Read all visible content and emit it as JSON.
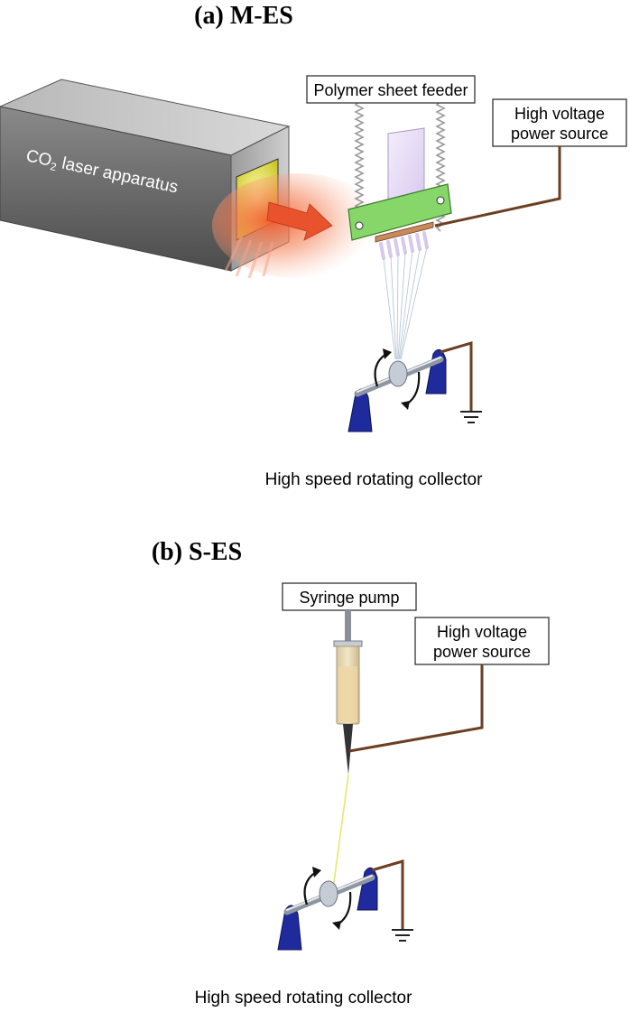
{
  "panel_a": {
    "title": "(a) M-ES",
    "laser_label_prefix": "CO",
    "laser_label_sub": "2",
    "laser_label_suffix": " laser apparatus",
    "feeder_label": "Polymer sheet feeder",
    "hv_line1": "High voltage",
    "hv_line2": "power source",
    "collector_caption": "High speed rotating collector"
  },
  "panel_b": {
    "title": "(b) S-ES",
    "pump_label": "Syringe pump",
    "hv_line1": "High voltage",
    "hv_line2": "power source",
    "collector_caption": "High speed rotating collector"
  },
  "colors": {
    "wire": "#6b3f22",
    "laser_glow": "#f25a2a",
    "holder": "#86d66a",
    "post": "#1f2a9c",
    "jet": "#e6e86a"
  }
}
